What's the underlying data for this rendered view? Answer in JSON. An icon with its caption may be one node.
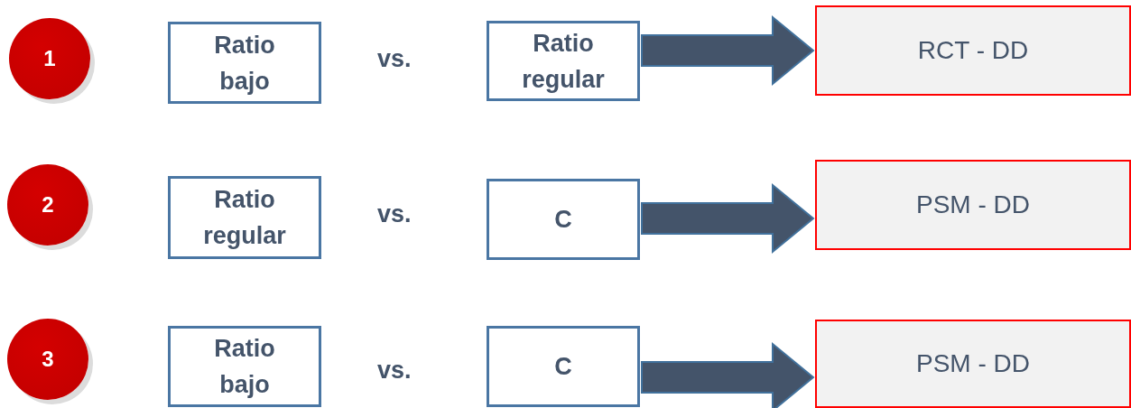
{
  "diagram": {
    "nodes": [
      {
        "text": [
          "1"
        ]
      },
      {
        "text": [
          "Ratio bajo"
        ]
      },
      {
        "text": [
          "Ratio regular"
        ]
      },
      {
        "text": [
          "RCT - DD"
        ]
      },
      {
        "text": [
          "2"
        ]
      },
      {
        "text": [
          "Ratio regular"
        ]
      },
      {
        "text": [
          "C"
        ]
      },
      {
        "text": [
          "PSM - DD"
        ]
      },
      {
        "text": [
          "3"
        ]
      },
      {
        "text": [
          "Ratio bajo"
        ]
      },
      {
        "text": [
          "C"
        ]
      },
      {
        "text": [
          "PSM - DD"
        ]
      }
    ],
    "edges": [
      {
        "from": 2,
        "to": 3,
        "arrow": "to",
        "style": "thick"
      },
      {
        "from": 6,
        "to": 7,
        "arrow": "to",
        "style": "thick"
      },
      {
        "from": 10,
        "to": 11,
        "arrow": "to",
        "style": "thick"
      }
    ],
    "labels": [
      "vs.",
      "vs.",
      "vs."
    ]
  }
}
